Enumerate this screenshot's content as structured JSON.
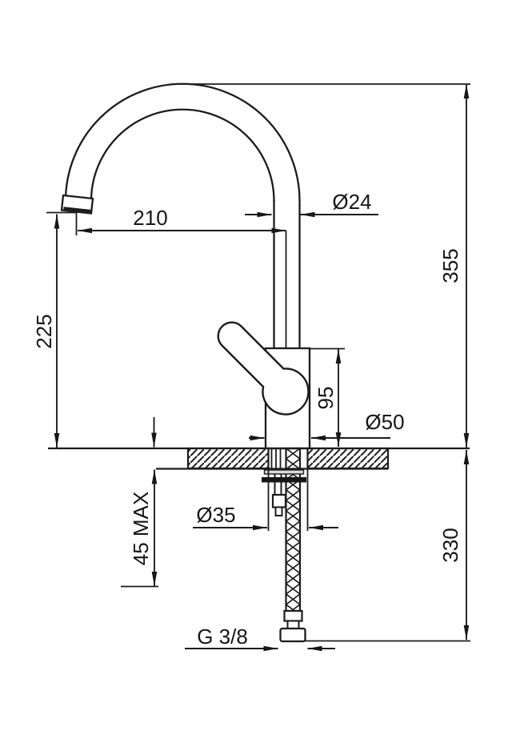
{
  "drawing": {
    "type": "technical-dimension-drawing",
    "subject": "single-lever kitchen mixer tap, side elevation with installation dimensions",
    "units_implied": "mm",
    "colors": {
      "line": "#1c1c1c",
      "background": "#ffffff",
      "washer_fill": "#d9d9d9"
    },
    "dimensions": {
      "total_height": {
        "label": "355",
        "orientation": "vertical",
        "meaning": "height above counter"
      },
      "under_counter": {
        "label": "330",
        "orientation": "vertical",
        "meaning": "hose length below counter"
      },
      "spout_outlet_height": {
        "label": "225",
        "orientation": "vertical",
        "meaning": "outlet height above counter"
      },
      "spout_reach": {
        "label": "210",
        "orientation": "horizontal",
        "meaning": "spout reach from axis"
      },
      "body_height": {
        "label": "95",
        "orientation": "vertical",
        "meaning": "body height"
      },
      "spout_tube_diameter": {
        "label": "Ø24",
        "orientation": "horizontal",
        "meaning": "spout tube diameter"
      },
      "body_diameter": {
        "label": "Ø50",
        "orientation": "horizontal",
        "meaning": "body diameter"
      },
      "hole_diameter": {
        "label": "Ø35",
        "orientation": "horizontal",
        "meaning": "mounting hole diameter"
      },
      "max_deck_thickness": {
        "label": "45 MAX",
        "orientation": "vertical",
        "meaning": "max mounting thickness"
      },
      "hose_thread": {
        "label": "G 3/8",
        "orientation": "horizontal",
        "meaning": "supply hose thread"
      }
    }
  }
}
